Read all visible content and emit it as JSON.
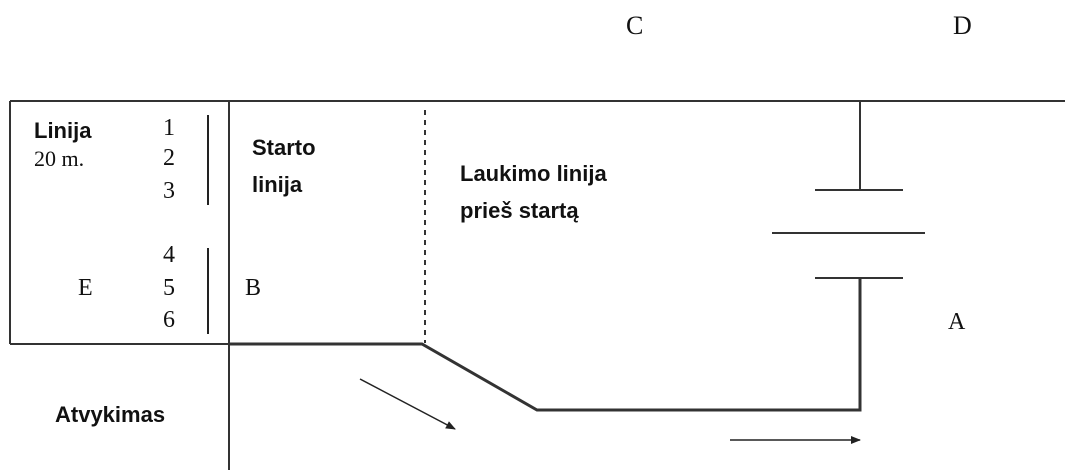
{
  "labels": {
    "c": "C",
    "d": "D",
    "a": "A",
    "b": "B",
    "e": "E",
    "linija": "Linija",
    "distance": "20 m.",
    "starto_line1": "Starto",
    "starto_line2": "linija",
    "laukimo_line1": "Laukimo linija",
    "laukimo_line2": "prieš startą",
    "atvykimas": "Atvykimas"
  },
  "lanes": [
    "1",
    "2",
    "3",
    "4",
    "5",
    "6"
  ]
}
